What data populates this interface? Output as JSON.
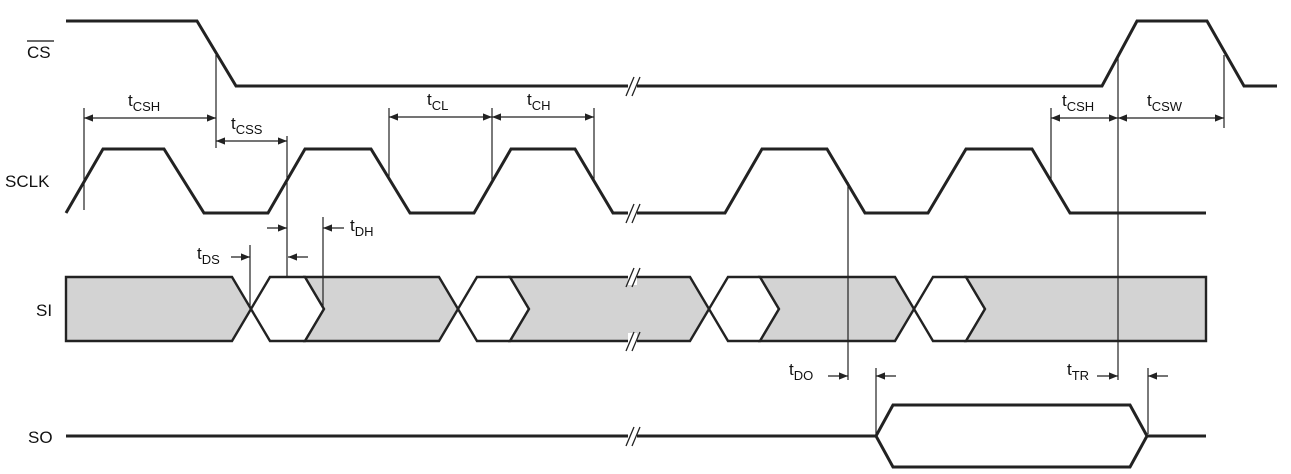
{
  "signals": {
    "cs": "CS",
    "sclk": "SCLK",
    "si": "SI",
    "so": "SO"
  },
  "timing": {
    "tcsh_1": {
      "base": "t",
      "sub": "CSH"
    },
    "tcss": {
      "base": "t",
      "sub": "CSS"
    },
    "tcl": {
      "base": "t",
      "sub": "CL"
    },
    "tch": {
      "base": "t",
      "sub": "CH"
    },
    "tcsh_2": {
      "base": "t",
      "sub": "CSH"
    },
    "tcsw": {
      "base": "t",
      "sub": "CSW"
    },
    "tds": {
      "base": "t",
      "sub": "DS"
    },
    "tdh": {
      "base": "t",
      "sub": "DH"
    },
    "tdo": {
      "base": "t",
      "sub": "DO"
    },
    "ttr": {
      "base": "t",
      "sub": "TR"
    }
  },
  "colors": {
    "line": "#222222",
    "bus_fill": "#d3d3d3",
    "background": "#ffffff"
  }
}
